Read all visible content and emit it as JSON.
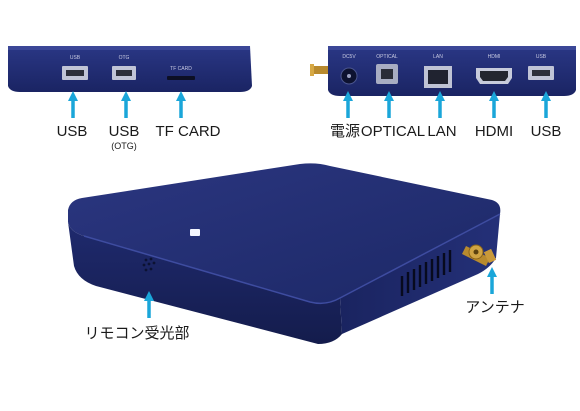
{
  "top_left": {
    "port_texts": [
      "USB",
      "OTG",
      "TF CARD"
    ],
    "labels": [
      "USB",
      "USB",
      "TF CARD"
    ],
    "otg_note": "(OTG)"
  },
  "top_right": {
    "port_texts": [
      "DC5V",
      "OPTICAL",
      "LAN",
      "HDMI",
      "USB"
    ],
    "labels": [
      "電源",
      "OPTICAL",
      "LAN",
      "HDMI",
      "USB"
    ]
  },
  "main": {
    "receiver_label": "リモコン受光部",
    "antenna_label": "アンテナ"
  },
  "colors": {
    "device_body": "#23307a",
    "device_dark": "#141d4f",
    "arrow": "#1aa6d9"
  }
}
